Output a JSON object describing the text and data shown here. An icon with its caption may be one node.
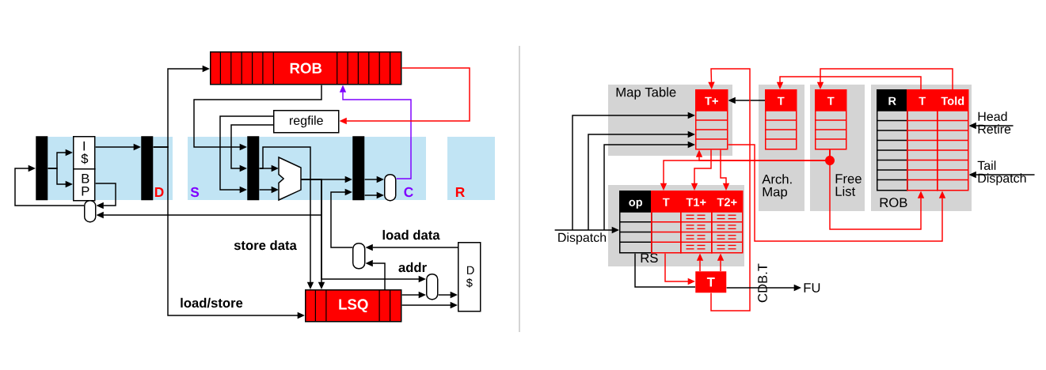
{
  "diagram": {
    "nodes": [
      {
        "text": [
          "ROB"
        ]
      },
      {
        "text": [
          "regfile"
        ]
      },
      {
        "text": [
          "I $"
        ]
      },
      {
        "text": [
          "B P"
        ]
      },
      {
        "text": [],
        "shape": "bar"
      },
      {
        "text": [],
        "shape": "bar"
      },
      {
        "text": [],
        "shape": "bar"
      },
      {
        "text": [],
        "shape": "bar"
      },
      {
        "text": [],
        "shape": "trapezoid"
      },
      {
        "text": [],
        "shape": "oval"
      },
      {
        "text": [],
        "shape": "oval"
      },
      {
        "text": [],
        "shape": "oval"
      },
      {
        "text": [],
        "shape": "oval"
      },
      {
        "text": [
          "D $"
        ]
      },
      {
        "text": [
          "LSQ"
        ]
      },
      {
        "text": [
          "Map Table"
        ]
      },
      {
        "text": [
          "T+"
        ],
        "in": 15
      },
      {
        "text": [
          "Arch. Map"
        ]
      },
      {
        "text": [
          "T"
        ],
        "in": 17
      },
      {
        "text": [
          "Free List"
        ]
      },
      {
        "text": [
          "T"
        ],
        "in": 19
      },
      {
        "text": [
          "ROB"
        ]
      },
      {
        "text": [
          "R"
        ],
        "in": 21
      },
      {
        "text": [
          "T"
        ],
        "in": 21
      },
      {
        "text": [
          "Told"
        ],
        "in": 21
      },
      {
        "text": [
          "Head Retire"
        ]
      },
      {
        "text": [
          "Tail Dispatch"
        ]
      },
      {
        "text": [
          "RS"
        ]
      },
      {
        "text": [
          "op"
        ],
        "in": 27
      },
      {
        "text": [
          "T"
        ],
        "in": 27
      },
      {
        "text": [
          "T1+"
        ],
        "in": 27
      },
      {
        "text": [
          "T2+"
        ],
        "in": 27
      },
      {
        "text": [
          "Dispatch"
        ]
      },
      {
        "text": [
          "T"
        ]
      },
      {
        "text": [
          "FU"
        ]
      }
    ],
    "edges": [
      {
        "from": 4,
        "to": 2,
        "arrow": "to"
      },
      {
        "from": 4,
        "to": 3,
        "arrow": "to"
      },
      {
        "from": 2,
        "to": 5,
        "arrow": "to"
      },
      {
        "from": 3,
        "to": 9,
        "arrow": "to"
      },
      {
        "from": 9,
        "to": 4,
        "arrow": "to"
      },
      {
        "from": 8,
        "to": 9,
        "arrow": "to"
      },
      {
        "from": 5,
        "to": 0,
        "arrow": "to"
      },
      {
        "from": 5,
        "to": 14,
        "arrow": "to"
      },
      {
        "from": 0,
        "to": 6,
        "arrow": "to"
      },
      {
        "from": 1,
        "to": 6,
        "arrow": "to"
      },
      {
        "from": 1,
        "to": 6,
        "arrow": "to"
      },
      {
        "from": 6,
        "to": 8,
        "arrow": "to"
      },
      {
        "from": 6,
        "to": 8,
        "arrow": "to"
      },
      {
        "from": 8,
        "to": 7,
        "arrow": "to"
      },
      {
        "from": 6,
        "to": 14,
        "arrow": "to"
      },
      {
        "from": 8,
        "to": 14,
        "arrow": "to"
      },
      {
        "from": 8,
        "to": 12,
        "arrow": "to"
      },
      {
        "from": 7,
        "to": 10,
        "arrow": "to"
      },
      {
        "from": 7,
        "to": 10,
        "arrow": "to"
      },
      {
        "from": 10,
        "to": 0,
        "arrow": "to",
        "color": "#7f00ff"
      },
      {
        "from": 0,
        "to": 1,
        "arrow": "to",
        "color": "#ff0000"
      },
      {
        "from": 11,
        "to": 7,
        "arrow": "to"
      },
      {
        "from": 13,
        "to": 11,
        "arrow": "to"
      },
      {
        "from": 14,
        "to": 11,
        "arrow": "to"
      },
      {
        "from": 14,
        "to": 12,
        "arrow": "to"
      },
      {
        "from": 12,
        "to": 13,
        "arrow": "to"
      },
      {
        "from": 14,
        "to": 13,
        "arrow": "to"
      },
      {
        "from": 18,
        "to": 16,
        "arrow": "to"
      },
      {
        "from": 23,
        "to": 18,
        "arrow": "to",
        "color": "#ff0000"
      },
      {
        "from": 24,
        "to": 20,
        "arrow": "to",
        "color": "#ff0000"
      },
      {
        "from": 20,
        "to": 16,
        "arrow": "to",
        "color": "#ff0000"
      },
      {
        "from": 20,
        "to": 29,
        "arrow": "to",
        "color": "#ff0000"
      },
      {
        "from": 20,
        "to": 23,
        "arrow": "to",
        "color": "#ff0000"
      },
      {
        "from": 16,
        "to": 30,
        "arrow": "to",
        "color": "#ff0000"
      },
      {
        "from": 16,
        "to": 31,
        "arrow": "to",
        "color": "#ff0000"
      },
      {
        "from": 16,
        "to": 24,
        "arrow": "to",
        "color": "#ff0000"
      },
      {
        "from": 33,
        "to": 16,
        "arrow": "to",
        "color": "#ff0000"
      },
      {
        "from": 29,
        "to": 33,
        "arrow": "to",
        "color": "#ff0000"
      },
      {
        "from": 33,
        "to": 30,
        "arrow": "to",
        "color": "#ff0000"
      },
      {
        "from": 33,
        "to": 31,
        "arrow": "to",
        "color": "#ff0000"
      },
      {
        "from": 28,
        "to": 33,
        "arrow": "none"
      },
      {
        "from": 33,
        "to": 34,
        "arrow": "to"
      },
      {
        "from": 32,
        "to": 28,
        "arrow": "to"
      },
      {
        "from": 32,
        "to": 16,
        "arrow": "to"
      },
      {
        "from": 32,
        "to": 16,
        "arrow": "to"
      },
      {
        "from": 32,
        "to": 16,
        "arrow": "to"
      },
      {
        "from": 25,
        "to": 24,
        "arrow": "to"
      },
      {
        "from": 26,
        "to": 24,
        "arrow": "to"
      }
    ],
    "labels": [
      "D",
      "S",
      "C",
      "R",
      "load data",
      "store data",
      "addr",
      "load/store",
      "CDB.T"
    ]
  }
}
